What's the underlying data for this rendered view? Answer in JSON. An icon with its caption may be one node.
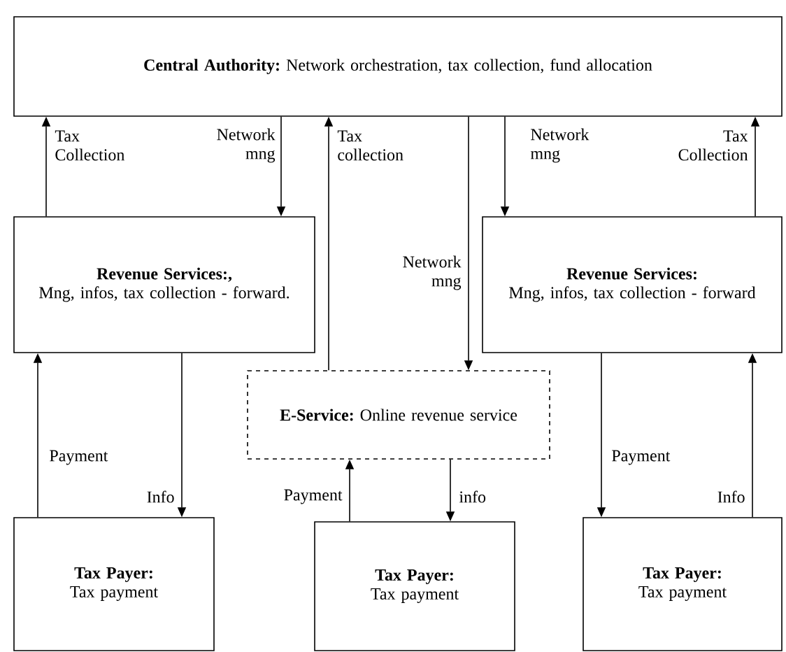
{
  "diagram": {
    "nodes": [
      {
        "text": [
          "Central Authority:",
          "Network orchestration, tax collection, fund allocation"
        ]
      },
      {
        "text": [
          "Revenue Services:,",
          "Mng, infos, tax collection - forward."
        ]
      },
      {
        "text": [
          "Revenue Services:",
          "Mng, infos, tax collection - forward"
        ]
      },
      {
        "text": [
          "E-Service:",
          "Online revenue service"
        ]
      },
      {
        "text": [
          "Tax Payer:",
          "Tax payment"
        ]
      },
      {
        "text": [
          "Tax Payer:",
          "Tax payment"
        ]
      },
      {
        "text": [
          "Tax Payer:",
          "Tax payment"
        ]
      }
    ],
    "edges": [
      {
        "from": 1,
        "to": 0,
        "arrow": "to",
        "label": "Tax Collection"
      },
      {
        "from": 0,
        "to": 1,
        "arrow": "to",
        "label": "Network mng"
      },
      {
        "from": 3,
        "to": 0,
        "arrow": "to",
        "label": "Tax collection"
      },
      {
        "from": 0,
        "to": 3,
        "arrow": "to",
        "label": "Network mng"
      },
      {
        "from": 0,
        "to": 2,
        "arrow": "to",
        "label": "Network mng"
      },
      {
        "from": 2,
        "to": 0,
        "arrow": "to",
        "label": "Tax Collection"
      },
      {
        "from": 4,
        "to": 1,
        "arrow": "to",
        "label": "Payment"
      },
      {
        "from": 1,
        "to": 4,
        "arrow": "to",
        "label": "Info"
      },
      {
        "from": 5,
        "to": 3,
        "arrow": "to",
        "label": "Payment"
      },
      {
        "from": 3,
        "to": 5,
        "arrow": "to",
        "label": "info"
      },
      {
        "from": 2,
        "to": 6,
        "arrow": "to",
        "label": "Payment"
      },
      {
        "from": 6,
        "to": 2,
        "arrow": "to",
        "label": "Info"
      }
    ]
  }
}
